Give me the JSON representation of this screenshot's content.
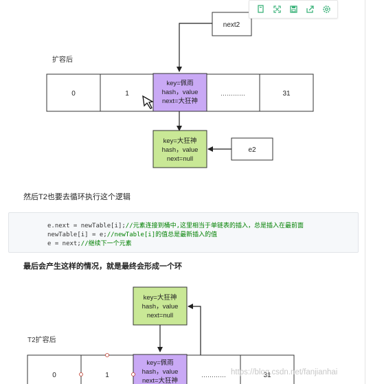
{
  "toolbar": {
    "buttons": [
      {
        "icon": "copy-icon",
        "title": "copy"
      },
      {
        "icon": "fullscreen-icon",
        "title": "fullscreen"
      },
      {
        "icon": "save-icon",
        "title": "save"
      },
      {
        "icon": "share-icon",
        "title": "share"
      },
      {
        "icon": "settings-icon",
        "title": "settings"
      }
    ],
    "accent": "#3bb27a"
  },
  "diagram1": {
    "caption": "扩容后",
    "next2_label": "next2",
    "cells": [
      "0",
      "1",
      "",
      "…………",
      "31"
    ],
    "node_a": [
      "key=佩雨",
      "hash，value",
      "next=大狂神"
    ],
    "node_b": [
      "key=大狂神",
      "hash，value",
      "next=null"
    ],
    "e2_label": "e2"
  },
  "paragraph1": "然后T2也要去循环执行这个逻辑",
  "code": {
    "line1_code": "e.next = newTable[i];",
    "line1_comment": "//元素连接到桶中,这里相当于单链表的插入，总是插入在最前面",
    "line2_code": "newTable[i] = e;",
    "line2_comment": "//newTable[i]的值总是最新插入的值",
    "line3_code": "e = next;",
    "line3_comment": "//继续下一个元素"
  },
  "paragraph2": "最后会产生这样的情况，就是最终会形成一个环",
  "diagram2": {
    "caption": "T2扩容后",
    "cells": [
      "0",
      "1",
      "",
      "…………",
      "31"
    ],
    "node_top": [
      "key=大狂神",
      "hash，value",
      "next=null"
    ],
    "node_bottom": [
      "key=佩雨",
      "hash，value",
      "next=大狂神"
    ]
  },
  "watermark": "https://blog.csdn.net/fanjianhai",
  "colors": {
    "purple_node": "#c9a9f5",
    "green_node": "#c9e896",
    "border": "#333333"
  }
}
